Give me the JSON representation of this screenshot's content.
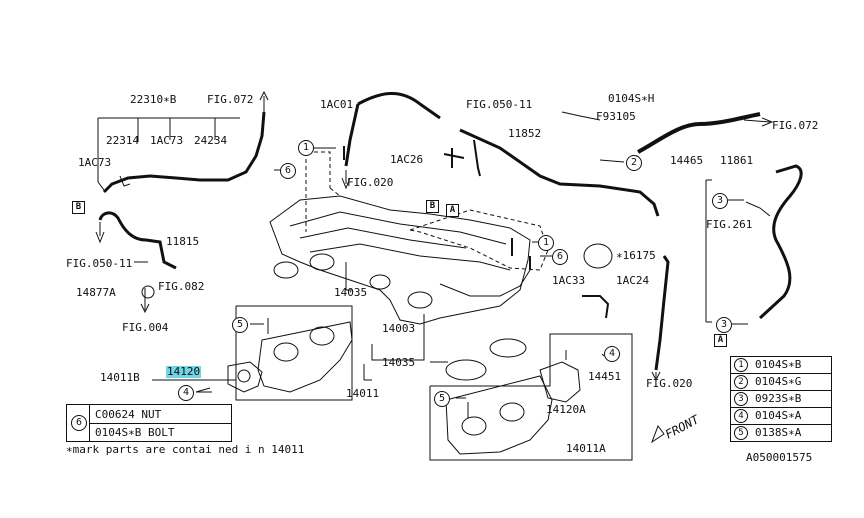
{
  "labels": {
    "p22310b": "22310∗B",
    "fig072a": "FIG.072",
    "p22314": "22314",
    "p1ac73a": "1AC73",
    "p24234": "24234",
    "p1ac73b": "1AC73",
    "p11815": "11815",
    "fig050a": "FIG.050-11",
    "fig082": "FIG.082",
    "p14877a": "14877A",
    "fig004": "FIG.004",
    "p1ac01": "1AC01",
    "p1ac26": "1AC26",
    "fig020a": "FIG.020",
    "fig050b": "FIG.050-11",
    "p11852": "11852",
    "f93105": "F93105",
    "p0104sh": "0104S∗H",
    "fig072b": "FIG.072",
    "p14465": "14465",
    "p11861": "11861",
    "fig261": "FIG.261",
    "p16175": "∗16175",
    "p1ac33": "1AC33",
    "p1ac24": "1AC24",
    "p14035a": "14035",
    "p14003": "14003",
    "p14035b": "14035",
    "p14011": "14011",
    "p14011b": "14011B",
    "p14120": "14120",
    "p14451": "14451",
    "p14120a": "14120A",
    "p14011a": "14011A",
    "fig020b": "FIG.020",
    "front": "FRONT",
    "footnote": "∗mark parts are contai ned i n 14011",
    "diagram_id": "A050001575"
  },
  "callouts": {
    "c1a": "1",
    "c6a": "6",
    "c1b": "1",
    "c2a": "2",
    "c6b": "6",
    "c5a": "5",
    "c4a": "4",
    "c3a": "3",
    "c3b": "3",
    "c4b": "4",
    "c5b": "5"
  },
  "refs": {
    "Ba": "B",
    "Aa": "A",
    "Bb": "B",
    "Ab": "A"
  },
  "note_box": {
    "circle": "6",
    "row1": "C00624  NUT",
    "row2": "0104S∗B BOLT"
  },
  "legend": [
    {
      "num": "1",
      "part": "0104S∗B"
    },
    {
      "num": "2",
      "part": "0104S∗G"
    },
    {
      "num": "3",
      "part": "0923S∗B"
    },
    {
      "num": "4",
      "part": "0104S∗A"
    },
    {
      "num": "5",
      "part": "0138S∗A"
    }
  ],
  "colors": {
    "line": "#111111",
    "highlight": "#6fd6e6",
    "background": "#ffffff"
  }
}
